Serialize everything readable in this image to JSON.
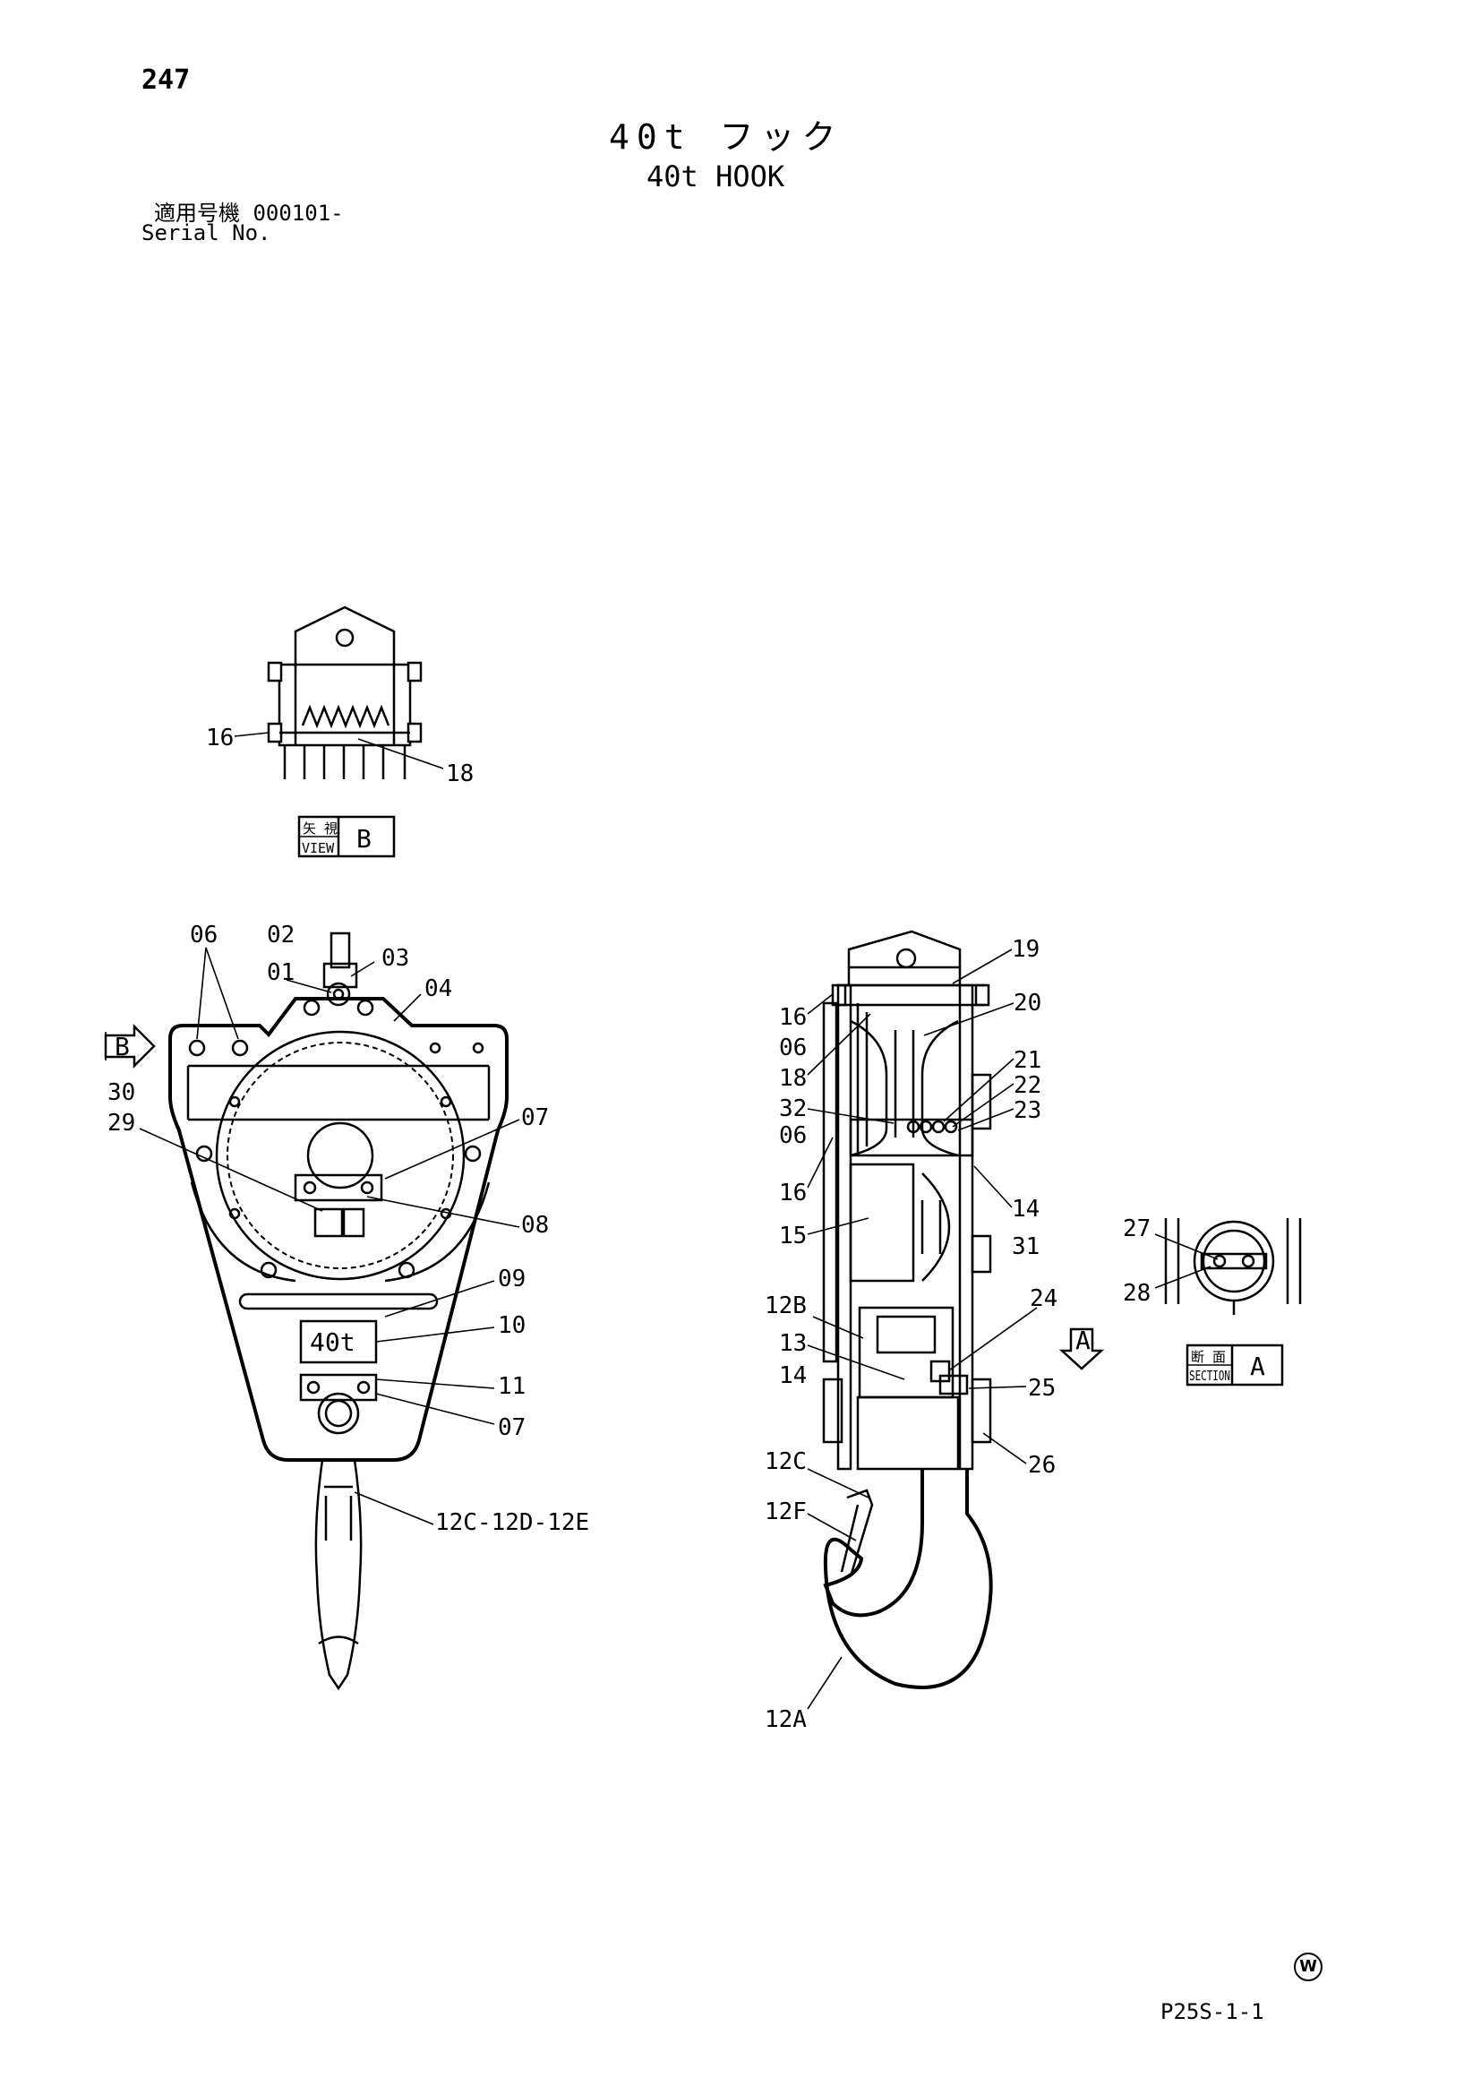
{
  "header": {
    "page_number": "247",
    "title_jp": "40t フック",
    "title_en": "40t HOOK",
    "serial_label_jp": "適用号機",
    "serial_value": "000101-",
    "serial_label_en": "Serial No."
  },
  "view_b": {
    "tag_jp": "矢 視",
    "tag_en": "VIEW",
    "tag_letter": "B",
    "labels": [
      "16",
      "18"
    ]
  },
  "front_view": {
    "arrow_letter": "B",
    "plate_text": "40t",
    "labels": [
      "06",
      "02",
      "01",
      "03",
      "04",
      "30",
      "29",
      "07",
      "08",
      "09",
      "10",
      "11",
      "07",
      "12C-12D-12E"
    ]
  },
  "side_view": {
    "arrow_letter": "A",
    "labels": [
      "19",
      "16",
      "06",
      "20",
      "18",
      "21",
      "22",
      "23",
      "32",
      "06",
      "16",
      "14",
      "31",
      "15",
      "12B",
      "24",
      "13",
      "14",
      "25",
      "12C",
      "26",
      "12F",
      "12A"
    ]
  },
  "section_a": {
    "tag_jp": "断 面",
    "tag_en": "SECTION",
    "tag_letter": "A",
    "labels": [
      "27",
      "28"
    ]
  },
  "footer": {
    "mark": "W",
    "drawing_code": "P25S-1-1"
  }
}
